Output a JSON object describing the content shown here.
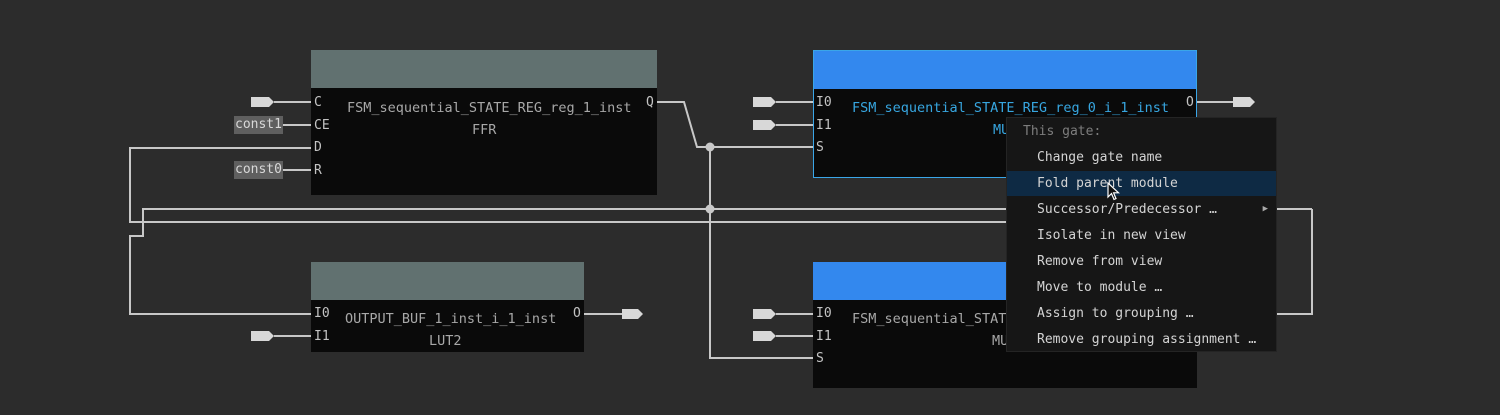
{
  "gates": {
    "ffr": {
      "name": "FSM_sequential_STATE_REG_reg_1_inst",
      "type": "FFR",
      "pins_in": [
        "C",
        "CE",
        "D",
        "R"
      ],
      "pins_out": [
        "Q"
      ]
    },
    "lut2": {
      "name": "OUTPUT_BUF_1_inst_i_1_inst",
      "type": "LUT2",
      "pins_in": [
        "I0",
        "I1"
      ],
      "pins_out": [
        "O"
      ]
    },
    "mux_top": {
      "name": "FSM_sequential_STATE_REG_reg_0_i_1_inst",
      "type": "MU",
      "pins_in": [
        "I0",
        "I1",
        "S"
      ],
      "pins_out": [
        "O"
      ]
    },
    "mux_bottom": {
      "name": "FSM_sequential_STATE",
      "type": "MU",
      "pins_in": [
        "I0",
        "I1",
        "S"
      ]
    }
  },
  "constants": {
    "ce": "const1",
    "r": "const0"
  },
  "context_menu": {
    "header": "This gate:",
    "items": [
      {
        "label": "Change gate name",
        "highlighted": false,
        "submenu": false
      },
      {
        "label": "Fold parent module",
        "highlighted": true,
        "submenu": false
      },
      {
        "label": "Successor/Predecessor …",
        "highlighted": false,
        "submenu": true
      },
      {
        "label": "Isolate in new view",
        "highlighted": false,
        "submenu": false
      },
      {
        "label": "Remove from view",
        "highlighted": false,
        "submenu": false
      },
      {
        "label": "Move to module …",
        "highlighted": false,
        "submenu": false
      },
      {
        "label": "Assign to grouping …",
        "highlighted": false,
        "submenu": false
      },
      {
        "label": "Remove grouping assignment …",
        "highlighted": false,
        "submenu": false
      }
    ],
    "submenu_icon": "chevron-right-icon"
  },
  "colors": {
    "canvas": "#2c2c2c",
    "gate_body": "#0a0a0a",
    "gate_header": "#617170",
    "selected_header": "#3388ee",
    "selected_text": "#37a6e0",
    "wire": "#c8c8c8",
    "menu_bg": "#161616",
    "menu_highlight": "#0e2a44"
  }
}
